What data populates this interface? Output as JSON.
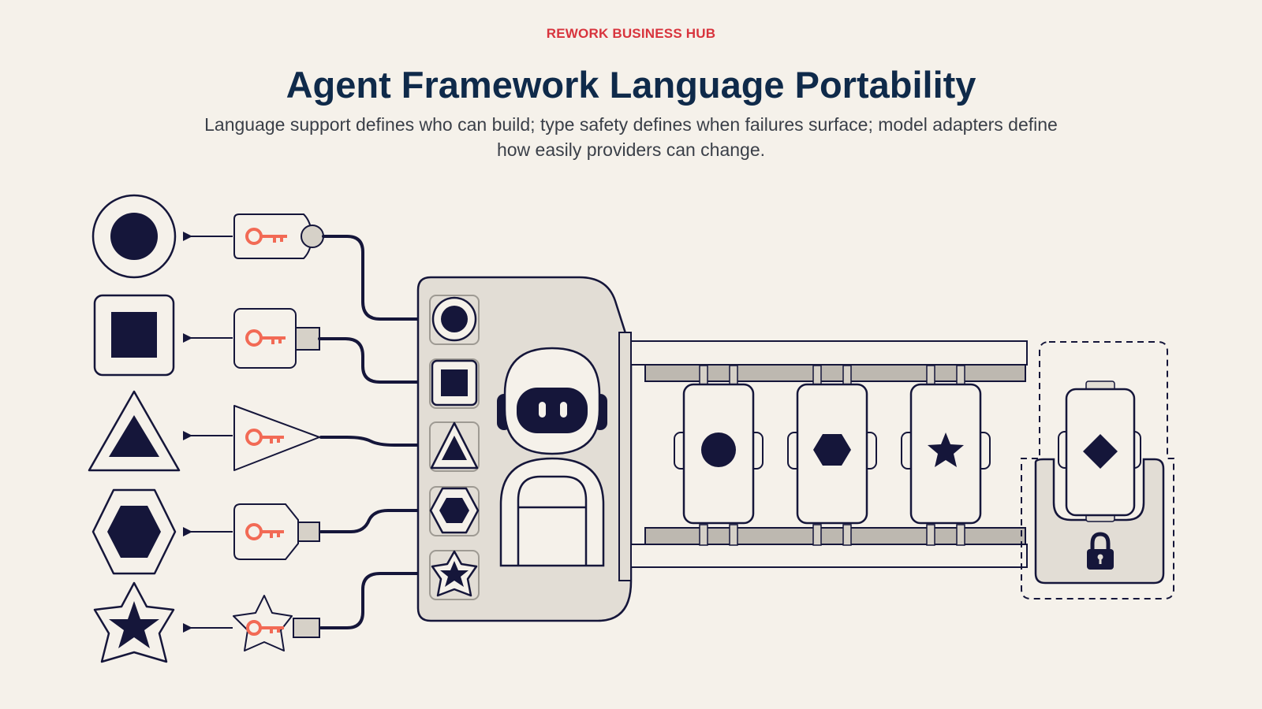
{
  "header": {
    "brand": "REWORK BUSINESS HUB",
    "title": "Agent Framework Language Portability",
    "subtitle": "Language support defines who can build; type safety defines when failures surface; model adapters define how easily providers can change."
  },
  "diagram": {
    "shape_rows": [
      {
        "shape": "circle",
        "icon": "key-icon"
      },
      {
        "shape": "square",
        "icon": "key-icon"
      },
      {
        "shape": "triangle",
        "icon": "key-icon"
      },
      {
        "shape": "hexagon",
        "icon": "key-icon"
      },
      {
        "shape": "star",
        "icon": "key-icon"
      }
    ],
    "rail_modules": [
      "circle",
      "hexagon",
      "star"
    ],
    "locked_module": "diamond",
    "lock_icon": "lock-icon",
    "agent_icon": "robot-icon",
    "colors": {
      "background": "#f5f1ea",
      "ink": "#15163a",
      "accent": "#f26a55",
      "brand": "#d8343d",
      "title": "#0f2a4a",
      "panel": "#e2ddd5"
    }
  }
}
